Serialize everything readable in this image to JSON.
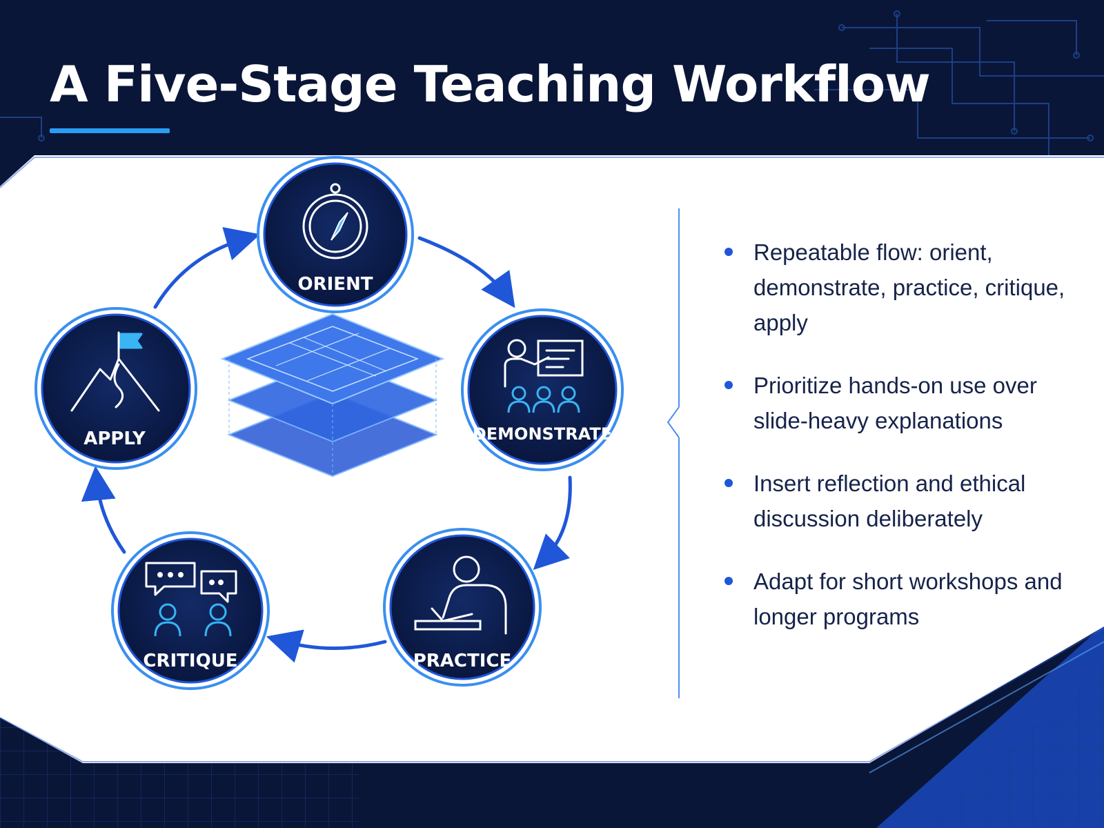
{
  "title": "A Five-Stage Teaching Workflow",
  "colors": {
    "background": "#0a1638",
    "panel": "#ffffff",
    "accent": "#2a9df4",
    "node_fill": "#0b1a45",
    "arrow": "#1f57d8",
    "text_dark": "#16234a"
  },
  "stages": [
    {
      "label": "ORIENT",
      "icon": "compass-icon"
    },
    {
      "label": "DEMONSTRATE",
      "icon": "presenter-icon"
    },
    {
      "label": "PRACTICE",
      "icon": "writing-person-icon"
    },
    {
      "label": "CRITIQUE",
      "icon": "discussion-icon"
    },
    {
      "label": "APPLY",
      "icon": "mountain-flag-icon"
    }
  ],
  "center_icon": "stacked-layers-icon",
  "bullets": [
    "Repeatable flow: orient, demonstrate, practice, critique, apply",
    "Prioritize hands-on use over slide-heavy explanations",
    "Insert reflection and ethical discussion deliberately",
    "Adapt for short workshops and longer programs"
  ]
}
